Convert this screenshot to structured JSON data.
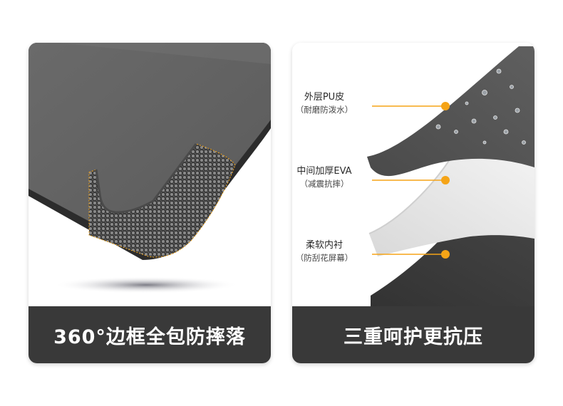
{
  "left_card": {
    "caption": "360°边框全包防摔落"
  },
  "right_card": {
    "caption": "三重呵护更抗压",
    "layers": [
      {
        "title": "外层PU皮",
        "subtitle": "（耐磨防泼水）"
      },
      {
        "title": "中间加厚EVA",
        "subtitle": "（减震抗摔）"
      },
      {
        "title": "柔软内衬",
        "subtitle": "（防刮花屏幕）"
      }
    ]
  },
  "colors": {
    "accent": "#f5a417",
    "caption_bg": "#393939"
  }
}
